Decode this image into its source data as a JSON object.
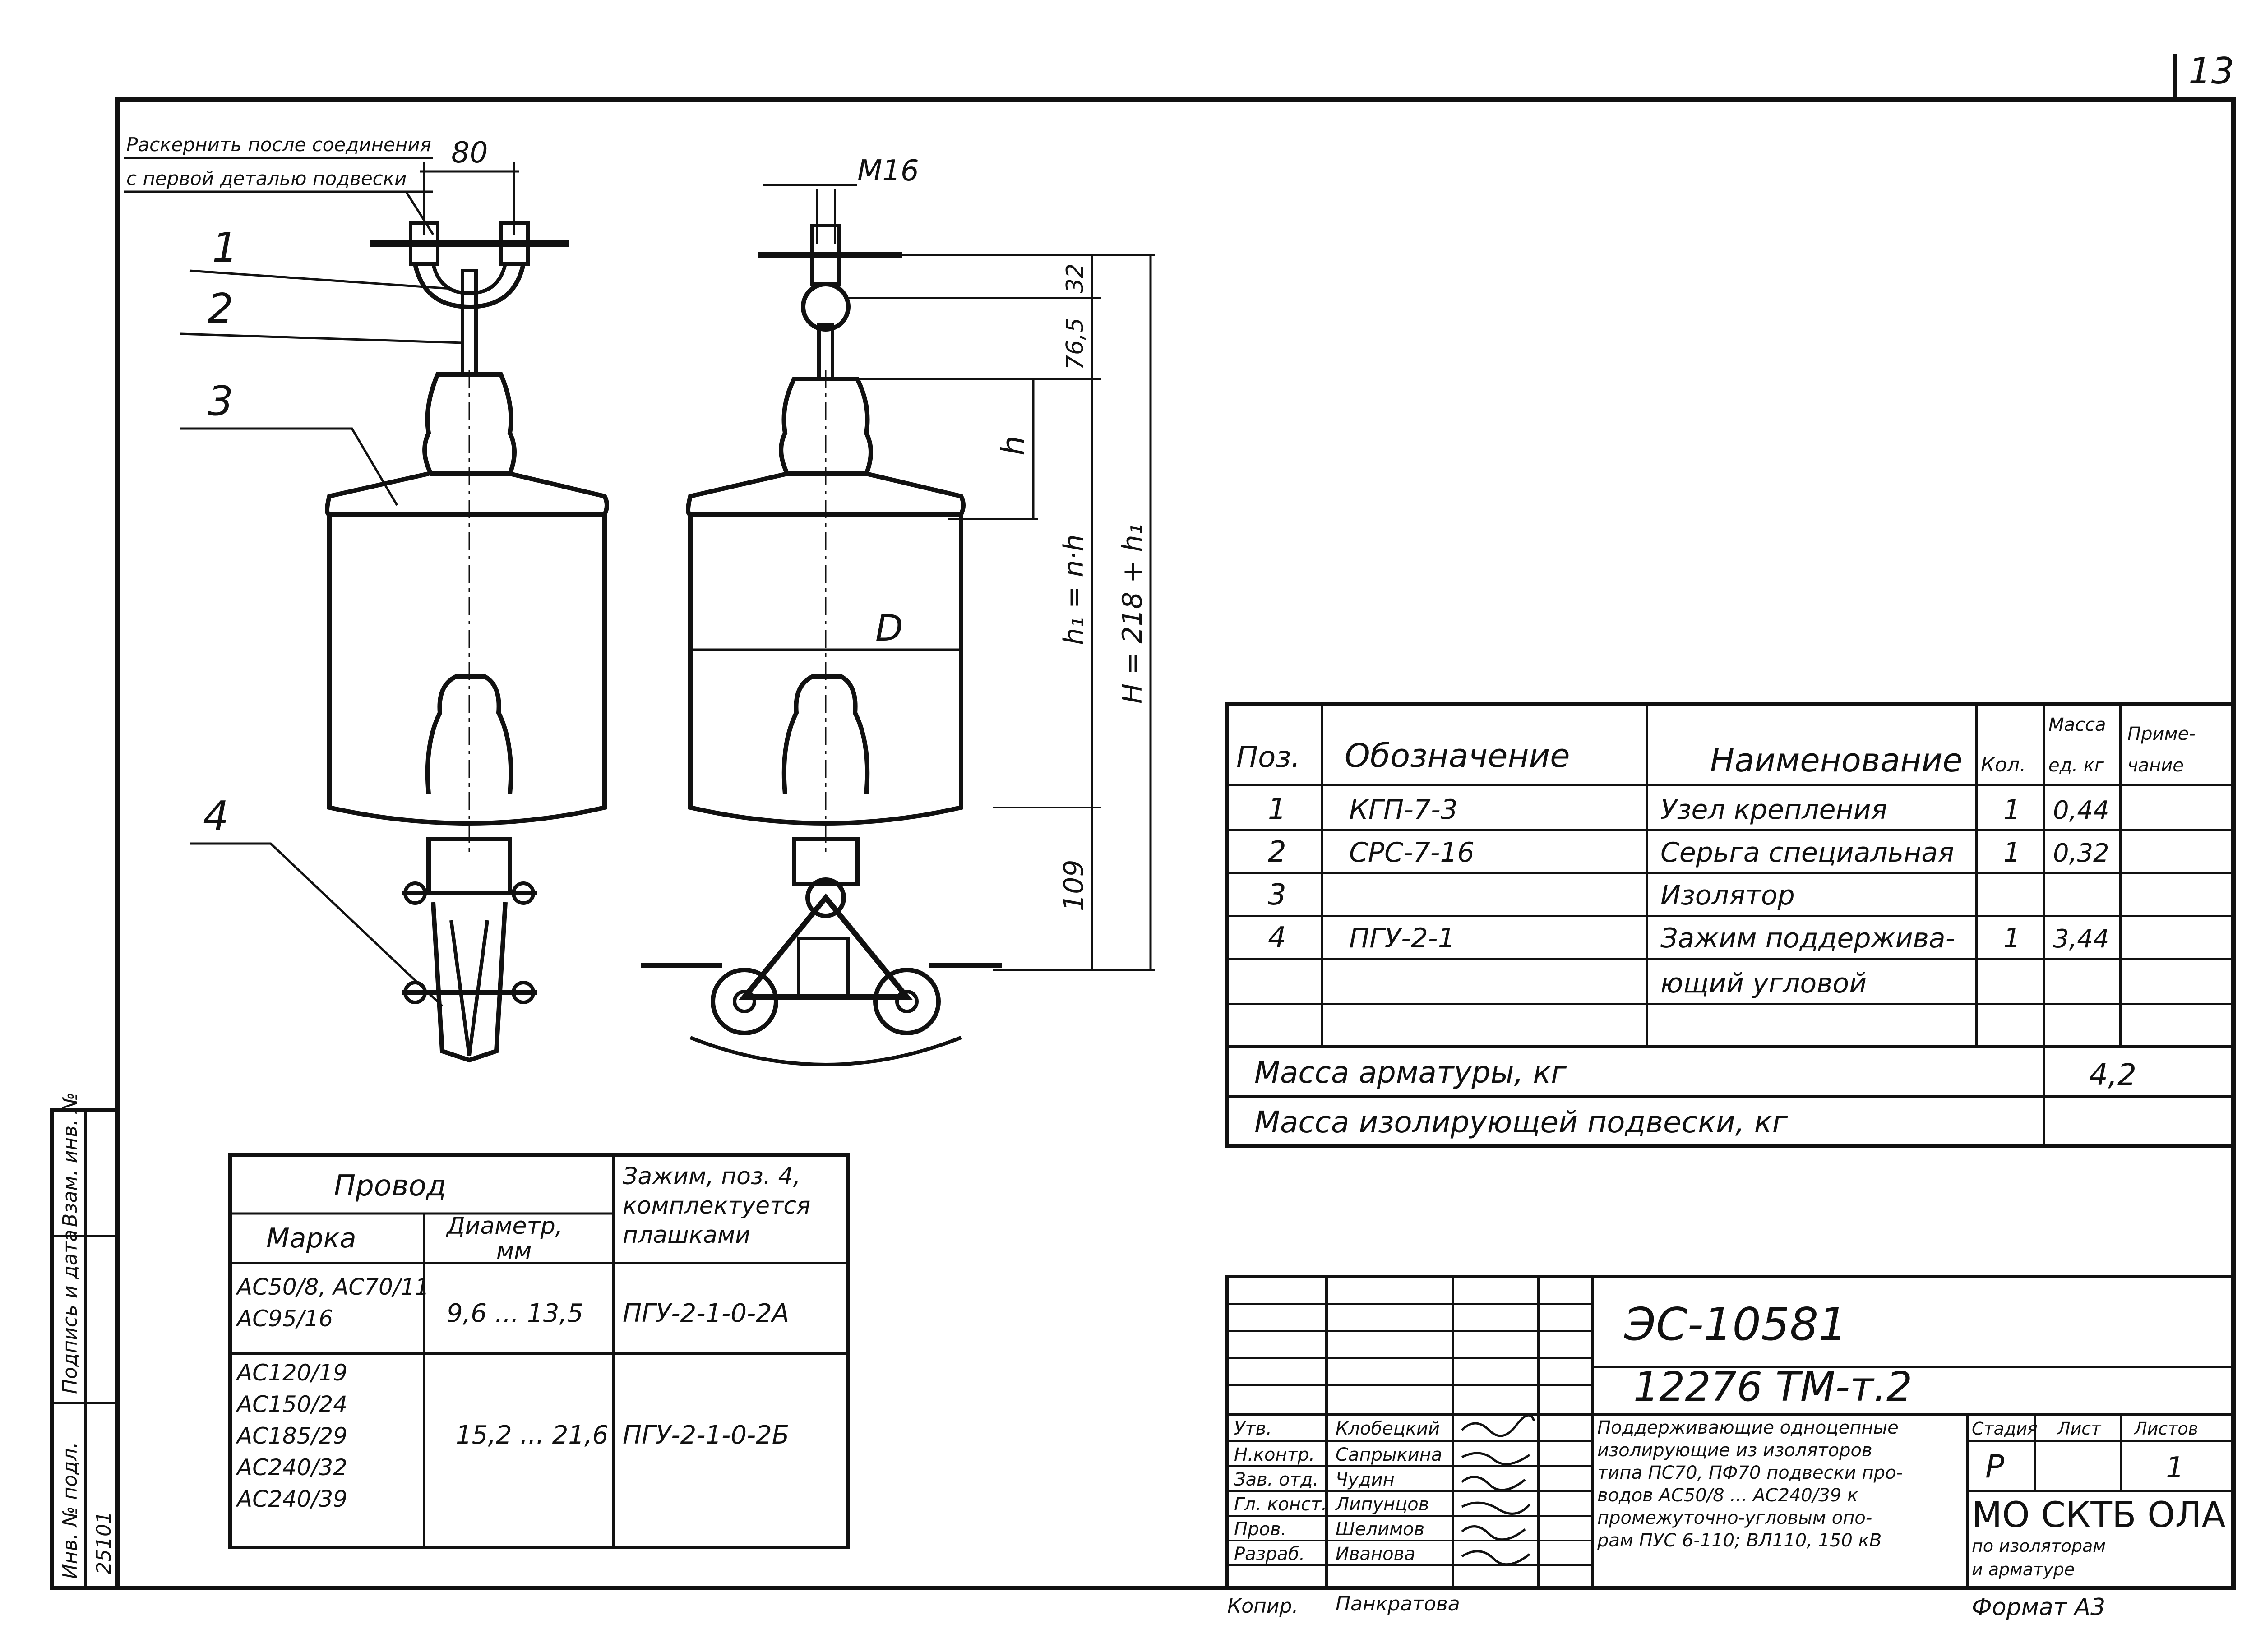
{
  "sheet_number": "13",
  "drawing_code": "ЭС-10581",
  "project_code": "12276 ТМ-т.2",
  "view_left": {
    "note_line1": "Раскернить после соединения",
    "note_line2": "с первой деталью подвески",
    "dim_top": "80",
    "callouts": [
      "1",
      "2",
      "3",
      "4"
    ]
  },
  "view_right": {
    "dim_bolt": "М16",
    "dim_32": "32",
    "dim_76_5": "76,5",
    "dim_h": "h",
    "dim_h1": "h₁ = n·h",
    "dim_H": "H = 218 + h₁",
    "dim_109": "109",
    "dim_D": "D"
  },
  "spec_table": {
    "headers": {
      "pos": "Поз.",
      "designation": "Обозначение",
      "name": "Наименование",
      "qty": "Кол.",
      "mass_l1": "Масса",
      "mass_l2": "ед. кг",
      "note_l1": "Приме-",
      "note_l2": "чание"
    },
    "rows": [
      {
        "pos": "1",
        "designation": "КГП-7-3",
        "name": "Узел крепления",
        "qty": "1",
        "mass": "0,44"
      },
      {
        "pos": "2",
        "designation": "СРС-7-16",
        "name": "Серьга специальная",
        "qty": "1",
        "mass": "0,32"
      },
      {
        "pos": "3",
        "designation": "",
        "name": "Изолятор",
        "qty": "",
        "mass": ""
      },
      {
        "pos": "4",
        "designation": "ПГУ-2-1",
        "name": "Зажим поддержива-",
        "qty": "1",
        "mass": "3,44"
      },
      {
        "pos": "",
        "designation": "",
        "name": "ющий угловой",
        "qty": "",
        "mass": ""
      }
    ],
    "fitting_mass_label": "Масса арматуры, кг",
    "fitting_mass_value": "4,2",
    "insulating_mass_label": "Масса изолирующей подвески, кг"
  },
  "wire_table": {
    "header_wire": "Провод",
    "header_brand": "Марка",
    "header_diam_l1": "Диаметр,",
    "header_diam_l2": "мм",
    "header_clamp_l1": "Зажим, поз. 4,",
    "header_clamp_l2": "комплектуется",
    "header_clamp_l3": "плашками",
    "rows": [
      {
        "brands": [
          "АС50/8, АС70/11",
          "АС95/16"
        ],
        "diameter": "9,6 ... 13,5",
        "clamp": "ПГУ-2-1-0-2А"
      },
      {
        "brands": [
          "АС120/19",
          "АС150/24",
          "АС185/29",
          "АС240/32",
          "АС240/39"
        ],
        "diameter": "15,2 ... 21,6",
        "clamp": "ПГУ-2-1-0-2Б"
      }
    ]
  },
  "title_block": {
    "roles": [
      {
        "role": "Утв.",
        "name": "Клобецкий"
      },
      {
        "role": "Н.контр.",
        "name": "Сапрыкина"
      },
      {
        "role": "Зав. отд.",
        "name": "Чудин"
      },
      {
        "role": "Гл. конст.",
        "name": "Липунцов"
      },
      {
        "role": "Пров.",
        "name": "Шелимов"
      },
      {
        "role": "Разраб.",
        "name": "Иванова"
      }
    ],
    "description": [
      "Поддерживающие одноцепные",
      "изолирующие из изоляторов",
      "типа ПС70, ПФ70 подвески про-",
      "водов АС50/8 ... АС240/39 к",
      "промежуточно-угловым опо-",
      "рам ПУС 6-110; ВЛ110, 150 кВ"
    ],
    "stage_label": "Стадия",
    "sheet_label": "Лист",
    "sheets_label": "Листов",
    "stage_value": "Р",
    "sheets_value": "1",
    "org_name": "МО СКТБ ОЛА",
    "org_line2": "по изоляторам",
    "org_line3": "и арматуре",
    "copier_label": "Копир.",
    "copier_name": "Панкратова",
    "format_label": "Формат А3"
  },
  "side_stamp": [
    "Инв. № подл.",
    "Подпись и дата",
    "Взам. инв. №"
  ],
  "side_stamp_value": "25101"
}
